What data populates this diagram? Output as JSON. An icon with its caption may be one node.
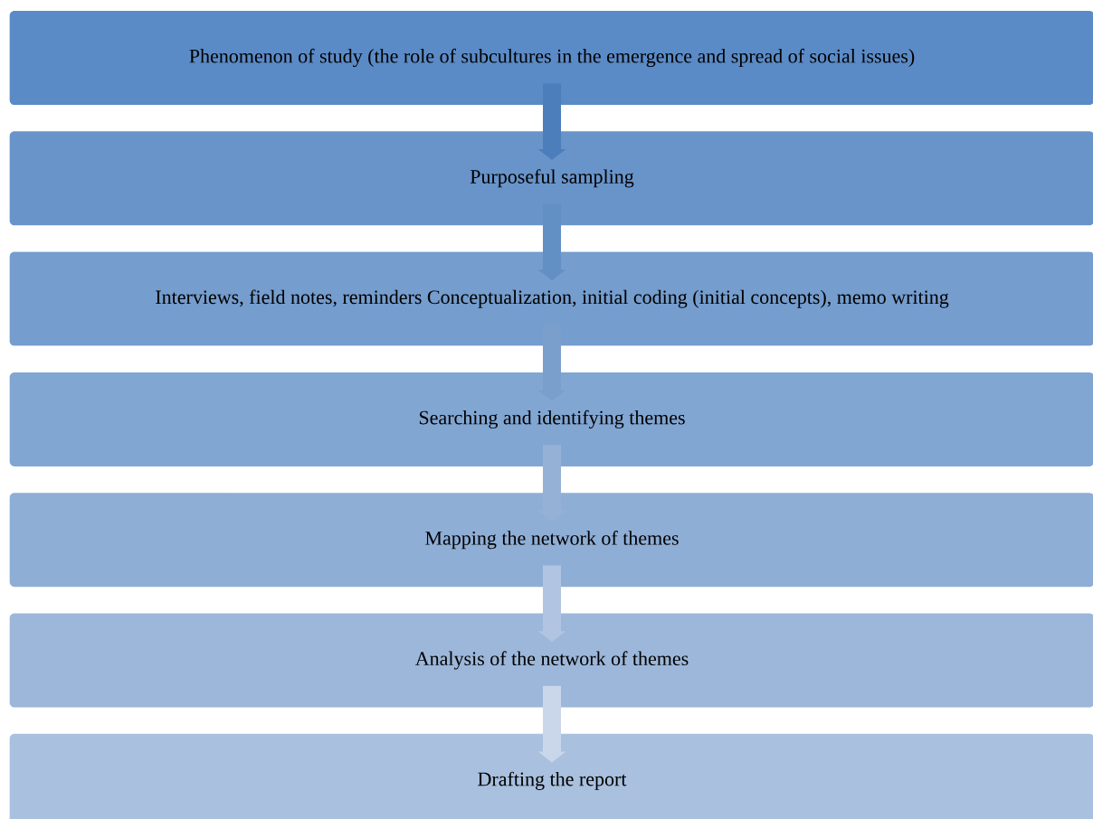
{
  "diagram": {
    "nodes": [
      {
        "text": [
          "Phenomenon of study (the role of subcultures in the emergence and spread of social issues)"
        ]
      },
      {
        "text": [
          "Purposeful sampling"
        ]
      },
      {
        "text": [
          "Interviews, field notes, reminders Conceptualization, initial coding (initial concepts), memo writing"
        ]
      },
      {
        "text": [
          "Searching and identifying themes"
        ]
      },
      {
        "text": [
          "Mapping the network of themes"
        ]
      },
      {
        "text": [
          "Analysis of the network of themes"
        ]
      },
      {
        "text": [
          "Drafting the report"
        ]
      }
    ],
    "edges": [
      {
        "from": 0,
        "to": 1,
        "arrow": "to",
        "color": "#4c7ebc"
      },
      {
        "from": 1,
        "to": 2,
        "arrow": "to",
        "color": "#6390c4"
      },
      {
        "from": 2,
        "to": 3,
        "arrow": "to",
        "color": "#7b9fcc"
      },
      {
        "from": 3,
        "to": 4,
        "arrow": "to",
        "color": "#96b1d6"
      },
      {
        "from": 4,
        "to": 5,
        "arrow": "to",
        "color": "#b1c4e1"
      },
      {
        "from": 5,
        "to": 6,
        "arrow": "to",
        "color": "#cad6ea"
      }
    ]
  }
}
